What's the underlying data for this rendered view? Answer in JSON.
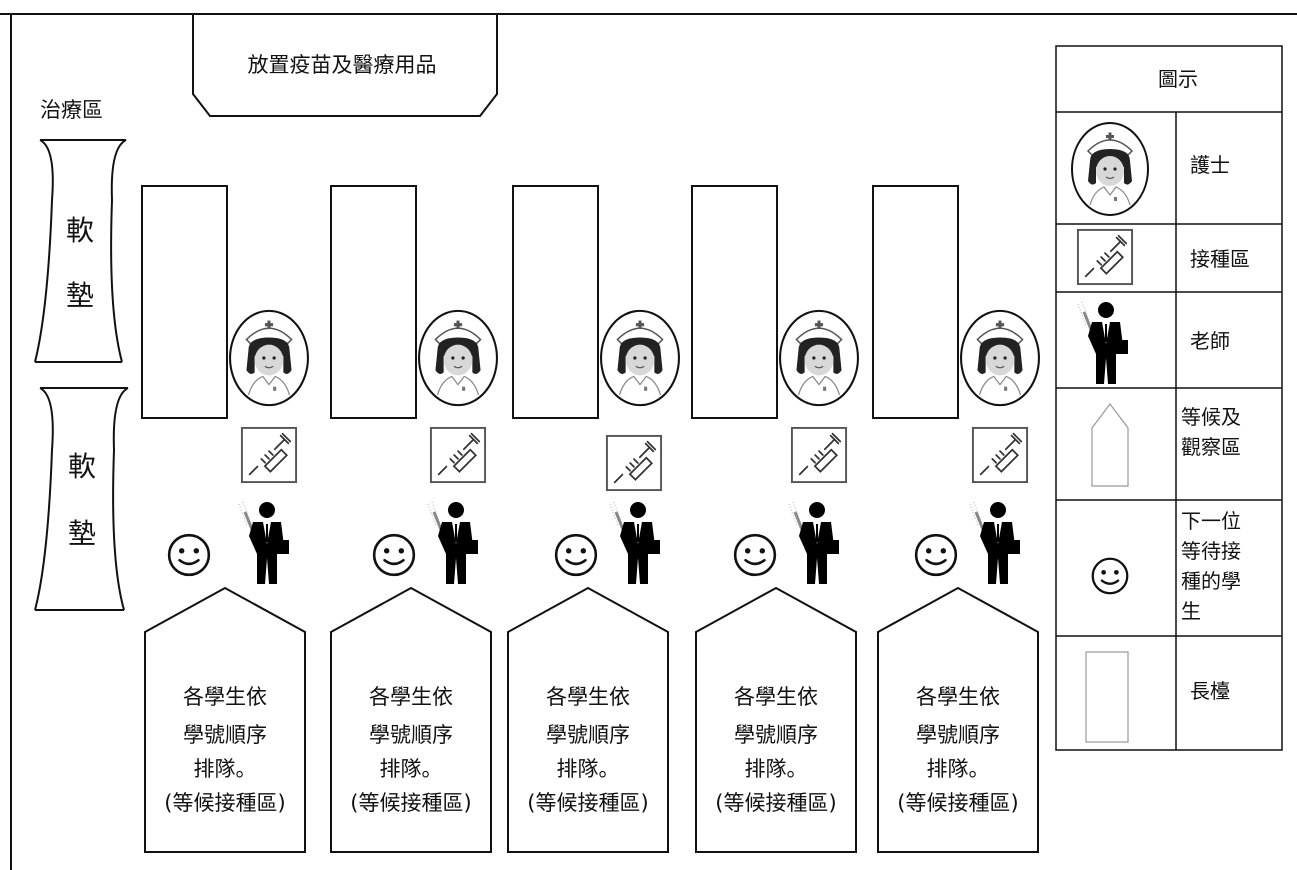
{
  "supply": {
    "label": "放置疫苗及醫療用品"
  },
  "treatment_area": {
    "label": "治療區",
    "mats": [
      {
        "chars": [
          "軟",
          "墊"
        ]
      },
      {
        "chars": [
          "軟",
          "墊"
        ]
      }
    ]
  },
  "stations": [
    {
      "queue_lines": [
        "各學生依",
        "學號順序",
        "排隊。",
        "(等候接種區)"
      ]
    },
    {
      "queue_lines": [
        "各學生依",
        "學號順序",
        "排隊。",
        "(等候接種區)"
      ]
    },
    {
      "queue_lines": [
        "各學生依",
        "學號順序",
        "排隊。",
        "(等候接種區)"
      ]
    },
    {
      "queue_lines": [
        "各學生依",
        "學號順序",
        "排隊。",
        "(等候接種區)"
      ]
    },
    {
      "queue_lines": [
        "各學生依",
        "學號順序",
        "排隊。",
        "(等候接種區)"
      ]
    }
  ],
  "legend": {
    "title": "圖示",
    "items": [
      {
        "icon": "nurse-icon",
        "label": "護士"
      },
      {
        "icon": "syringe-icon",
        "label": "接種區"
      },
      {
        "icon": "teacher-icon",
        "label": "老師"
      },
      {
        "icon": "waiting-area-icon",
        "label_lines": [
          "等候及",
          "觀察區"
        ]
      },
      {
        "icon": "smiley-icon",
        "label_lines": [
          "下一位",
          "等待接",
          "種的學",
          "生"
        ]
      },
      {
        "icon": "bench-icon",
        "label": "長檯"
      }
    ]
  },
  "colors": {
    "stroke": "#111111",
    "nurse_skin": "#e0e0e0",
    "nurse_hair": "#222222"
  }
}
